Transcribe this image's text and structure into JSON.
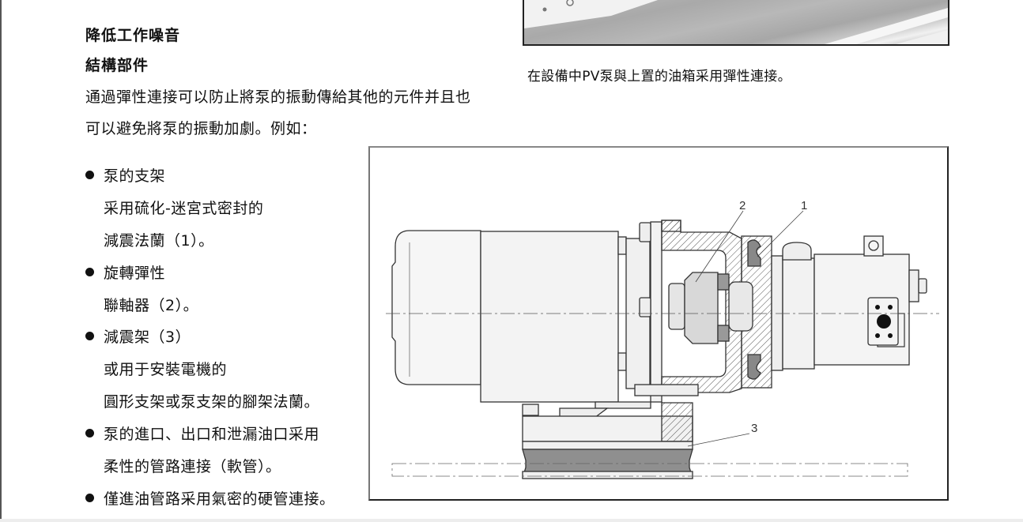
{
  "section": {
    "title": "降低工作噪音",
    "subtitle": "結構部件",
    "intro_lines": [
      "通過彈性連接可以防止將泵的振動傳給其他的元件并且也",
      "可以避免將泵的振動加劇。例如："
    ]
  },
  "bullets": [
    {
      "lines": [
        "泵的支架",
        "采用硫化-迷宮式密封的",
        "減震法蘭（1）。"
      ]
    },
    {
      "lines": [
        "旋轉彈性",
        "聯軸器（2）。"
      ]
    },
    {
      "lines": [
        "減震架（3）",
        "或用于安裝電機的",
        "圓形支架或泵支架的腳架法蘭。"
      ]
    },
    {
      "lines": [
        "泵的進口、出口和泄漏油口采用",
        "柔性的管路連接（軟管）。"
      ]
    },
    {
      "lines": [
        "僅進油管路采用氣密的硬管連接。"
      ]
    }
  ],
  "photo": {
    "caption": "在設備中PV泵與上置的油箱采用彈性連接。"
  },
  "figure": {
    "callouts": [
      {
        "id": "2",
        "label": "2"
      },
      {
        "id": "1",
        "label": "1"
      },
      {
        "id": "3",
        "label": "3"
      }
    ]
  }
}
